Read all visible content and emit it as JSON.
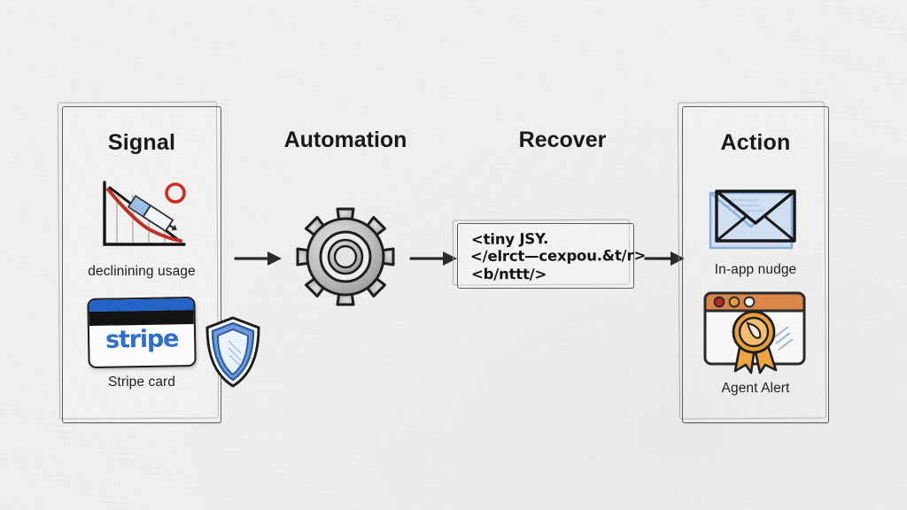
{
  "canvas": {
    "background_color": "#f1f0ee",
    "style": "hand-drawn sketch whiteboard diagram"
  },
  "colors": {
    "ink": "#18191b",
    "sketch_border": "#5d5d5f",
    "sketch_border_light": "#9a9a9c",
    "stripe_blue": "#2f6fd0",
    "stripe_dark_blue": "#2563c9",
    "chart_red": "#c0392b",
    "envelope_blue": "#8fb4e8",
    "shield_blue": "#5b8fd4",
    "browser_orange": "#e08845",
    "badge_gold": "#f0a63c",
    "gear_gray": "#b9b9b9"
  },
  "flow": {
    "columns": [
      {
        "id": "signal",
        "title": "Signal",
        "has_panel": true,
        "items": [
          {
            "icon": "declining-chart-icon",
            "label": "declinining usage"
          },
          {
            "icon": "stripe-card-icon",
            "label": "Stripe card"
          }
        ],
        "extra_icon": "shield-icon"
      },
      {
        "id": "automation",
        "title": "Automation",
        "has_panel": false,
        "items": [
          {
            "icon": "gear-icon",
            "label": ""
          }
        ]
      },
      {
        "id": "recover",
        "title": "Recover",
        "has_panel": false,
        "items": [
          {
            "icon": "code-snippet-icon",
            "label": ""
          }
        ],
        "code_lines": [
          "<tiny JSY.",
          "</elrct—cexpou.&t/r>",
          "<b/nttt/>"
        ]
      },
      {
        "id": "action",
        "title": "Action",
        "has_panel": true,
        "items": [
          {
            "icon": "envelope-icon",
            "label": "In-app nudge"
          },
          {
            "icon": "browser-badge-icon",
            "label": "Agent Alert"
          }
        ]
      }
    ],
    "arrows": [
      {
        "id": "arrow-signal-to-automation",
        "from": "signal",
        "to": "automation",
        "direction": "right"
      },
      {
        "id": "arrow-automation-to-recover",
        "from": "automation",
        "to": "recover",
        "direction": "right"
      },
      {
        "id": "arrow-recover-to-action",
        "from": "recover",
        "to": "action",
        "direction": "right"
      }
    ]
  }
}
